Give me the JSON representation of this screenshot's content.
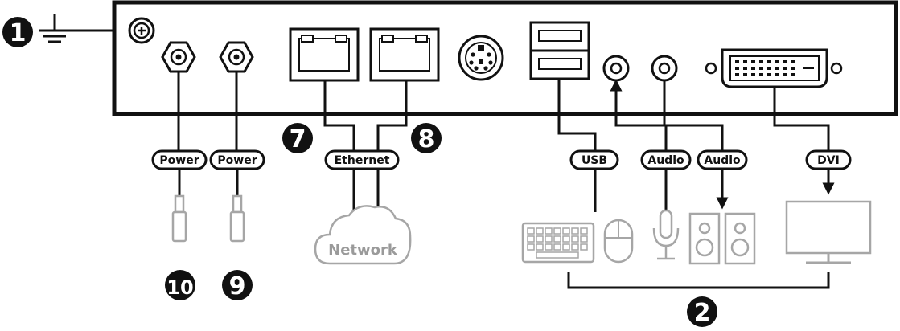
{
  "callouts": {
    "ground": "1",
    "peripherals": "2",
    "ethernet_left": "7",
    "ethernet_right": "8",
    "power_right": "9",
    "power_left": "10"
  },
  "labels": {
    "power_left": "Power",
    "power_right": "Power",
    "ethernet": "Ethernet",
    "usb": "USB",
    "audio_in": "Audio",
    "audio_out": "Audio",
    "dvi": "DVI",
    "network": "Network"
  },
  "colors": {
    "line": "#111111",
    "device_gray": "#a6a6a6",
    "background": "#ffffff"
  }
}
